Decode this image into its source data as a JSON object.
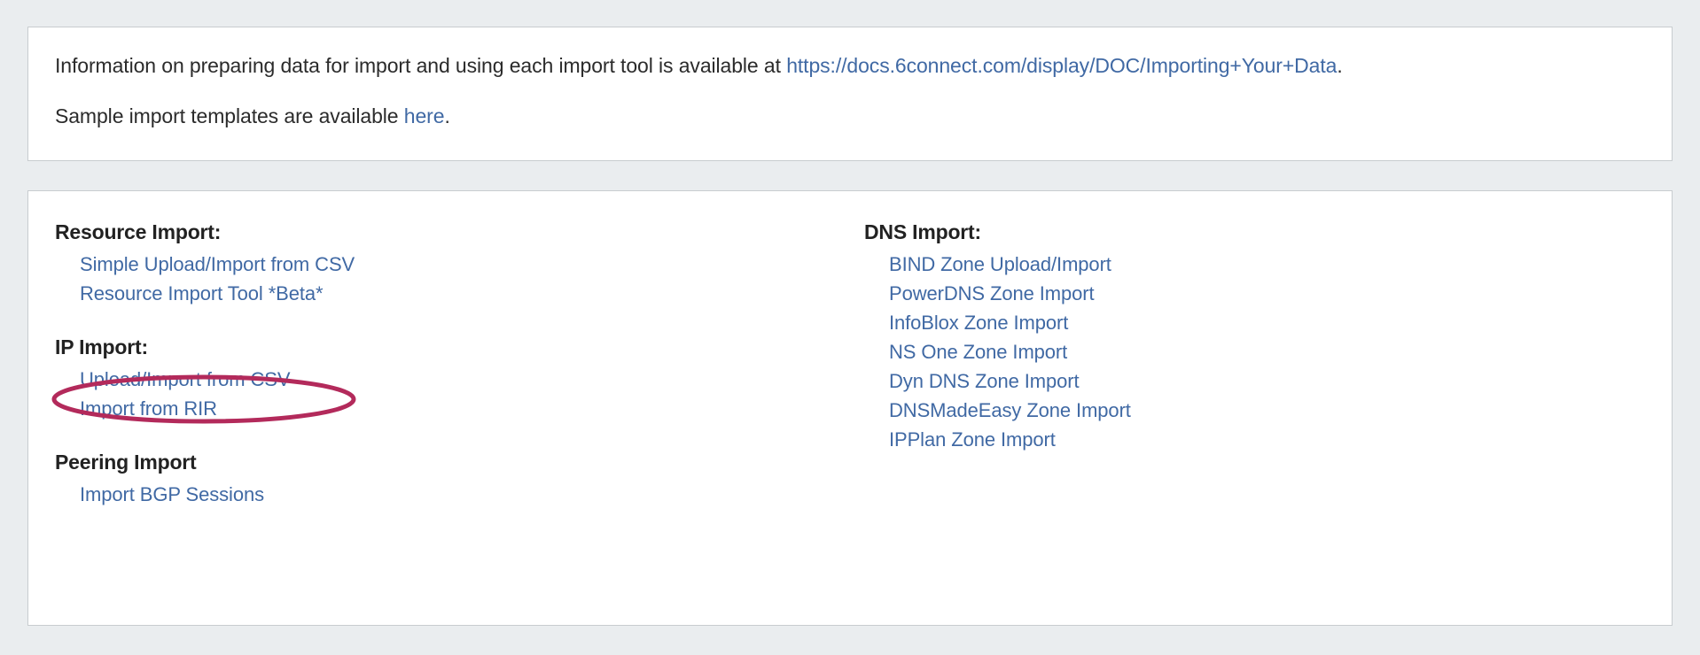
{
  "info_panel": {
    "line1": {
      "prefix": "Information on preparing data for import and using each import tool is available at ",
      "link_text": "https://docs.6connect.com/display/DOC/Importing+Your+Data",
      "suffix": "."
    },
    "line2": {
      "prefix": "Sample import templates are available ",
      "link_text": "here",
      "suffix": "."
    }
  },
  "import_panel": {
    "left_groups": [
      {
        "title": "Resource Import:",
        "links": [
          "Simple Upload/Import from CSV",
          "Resource Import Tool *Beta*"
        ]
      },
      {
        "title": "IP Import:",
        "links": [
          "Upload/Import from CSV",
          "Import from RIR"
        ]
      },
      {
        "title": "Peering Import",
        "links": [
          "Import BGP Sessions"
        ]
      }
    ],
    "right_groups": [
      {
        "title": "DNS Import:",
        "links": [
          "BIND Zone Upload/Import",
          "PowerDNS Zone Import",
          "InfoBlox Zone Import",
          "NS One Zone Import",
          "Dyn DNS Zone Import",
          "DNSMadeEasy Zone Import",
          "IPPlan Zone Import"
        ]
      }
    ]
  },
  "annotation": {
    "target_label": "Upload/Import from CSV",
    "color": "#b32a5b",
    "shape": "ellipse"
  },
  "colors": {
    "page_background": "#eaedef",
    "panel_background": "#ffffff",
    "panel_border": "#c8cccf",
    "link": "#4069a4",
    "heading": "#222222",
    "body_text": "#2b2b2b",
    "annotation": "#b32a5b"
  }
}
